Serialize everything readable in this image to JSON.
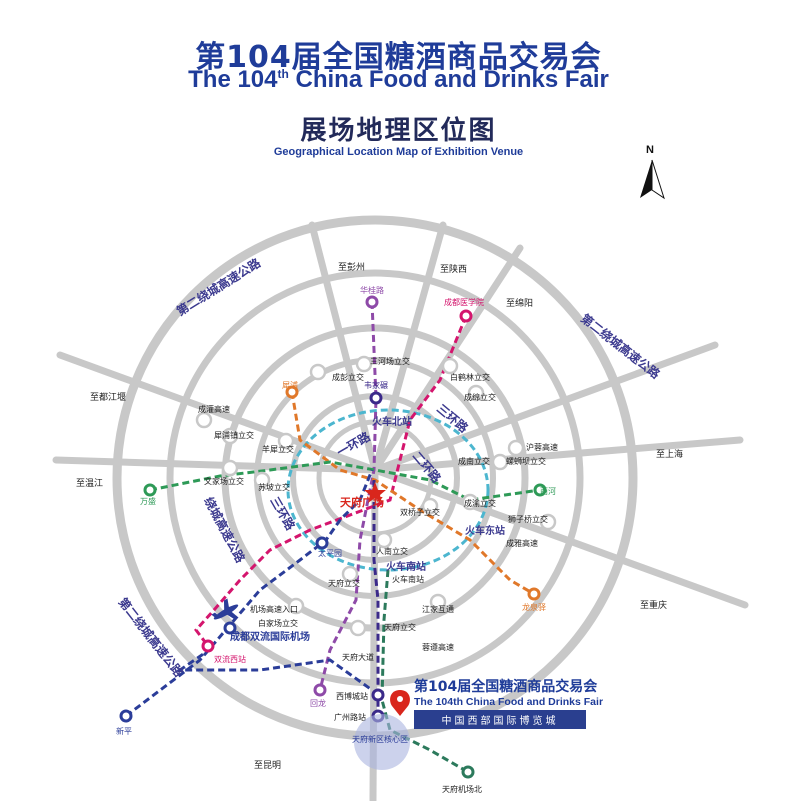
{
  "header": {
    "title_cn": "第104届全国糖酒商品交易会",
    "title_en_pre": "The 104",
    "title_en_sup": "th",
    "title_en_post": " China Food and Drinks Fair",
    "subtitle_cn": "展场地理区位图",
    "subtitle_en": "Geographical Location Map of Exhibition Venue"
  },
  "compass": {
    "label": "N"
  },
  "ring_roads": {
    "outer": "第二绕城高速公路",
    "outer_left": "绕城高速公路",
    "third": "三环路",
    "second": "二环路",
    "first": "一环路"
  },
  "directions": {
    "north1": "至彭州",
    "north2": "至陕西",
    "northeast": "至绵阳",
    "west": "至都江堰",
    "southwest": "至温江",
    "east": "至上海",
    "southeast": "至重庆",
    "south": "至昆明"
  },
  "interchanges": {
    "sanheichang": "三河场立交",
    "chengpeng": "成彭立交",
    "baihelin": "白鹤林立交",
    "chengmian": "成绵立交",
    "chengguan": "成灌高速",
    "xipu": "犀浦镇立交",
    "yangxi": "羊犀立交",
    "huyong": "沪蓉高速",
    "luoshiba": "螺蛳坝立交",
    "chengnan": "成南立交",
    "wenjia": "文家场立交",
    "suba": "苏坡立交",
    "chengyu": "成渝立交",
    "shuangqiaozi": "双桥子立交",
    "shiziqiao": "狮子桥立交",
    "chengya": "成雅高速",
    "renmin": "人南立交",
    "tianfu": "天府立交",
    "airport_entry": "机场高速入口",
    "baijiachang": "白家场立交",
    "jiangjia": "江家互通",
    "tianfu_li": "天府立交",
    "yonghai": "蓉遵高速",
    "tianfu_ave": "天府大道"
  },
  "stations": {
    "huagui": "华桂路",
    "chengdu_med": "成都医学院",
    "xi_pu": "犀浦",
    "jiaoshan": "韦家碾",
    "north_station": "火车北站",
    "tianfu_square": "天府广场",
    "east_station": "火车东站",
    "south_station": "火车南站",
    "huo_nan": "火车南站",
    "wansheng": "万盛",
    "xihe": "西河",
    "taiping": "太平园",
    "longquan": "龙泉驿",
    "shuangliu_airport": "成都双流国际机场",
    "shuangliu_west": "双流西站",
    "huilong": "回龙",
    "xinping": "新平",
    "xibo": "西博城站",
    "guangzhou_rd": "广州路站",
    "tianfu_new": "天府新区核心区",
    "tianfu_airport_n": "天府机场北"
  },
  "venue": {
    "title_cn": "第104届全国糖酒商品交易会",
    "title_en": "The  104th China Food and Drinks Fair",
    "hall": "中国西部国际博览城"
  },
  "colors": {
    "brand_blue": "#1f3c99",
    "ring_gray": "#c8c8c8",
    "line_purple": "#8e4aa8",
    "line_magenta": "#d4156d",
    "line_orange": "#e0782a",
    "line_green": "#2e9a57",
    "line_navy": "#2b3d99",
    "line_teal": "#2c7a5c",
    "line_cyan": "#4cb6cf",
    "line_indigo": "#3b2a8a",
    "star_red": "#d9261c"
  }
}
